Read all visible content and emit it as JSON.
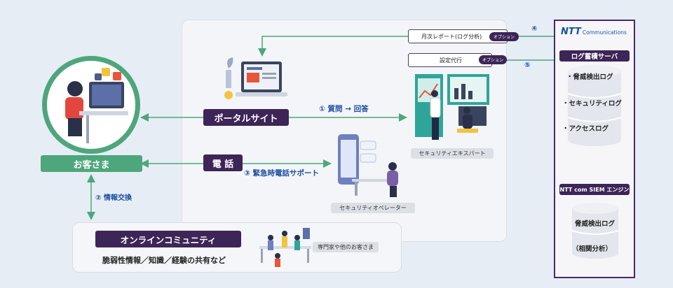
{
  "customer": {
    "label": "お客さま"
  },
  "portal": {
    "label": "ポータルサイト"
  },
  "phone": {
    "label": "電 話"
  },
  "flows": {
    "qa": "① 質問 → 回答",
    "emergency": "③ 緊急時電話サポート",
    "exchange": "② 情報交換",
    "step4": "④",
    "step5": "⑤"
  },
  "services": {
    "monthly_report": "月次レポート(ログ分析)",
    "setting_proxy": "設定代行",
    "option": "オプション"
  },
  "roles": {
    "expert": "セキュリティエキスパート",
    "operator": "セキュリティオペレーター",
    "experts_others": "専門家や他のお客さま"
  },
  "community": {
    "title": "オンラインコミュニティ",
    "sharing": "脆弱性情報／知識／経験の共有など"
  },
  "ntt": {
    "logo_main": "NTT",
    "logo_sub": "Communications",
    "server_title": "ログ蓄積サーバ",
    "logs": [
      "・脅威検出ログ",
      "・セキュリティログ",
      "・アクセスログ"
    ],
    "siem_title": "NTT com SIEM エンジン",
    "siem_log1": "脅威検出ログ",
    "siem_log2": "（相関分析）"
  },
  "colors": {
    "purple": "#3d2557",
    "green": "#4ea67c",
    "blue": "#1d4d9e"
  }
}
